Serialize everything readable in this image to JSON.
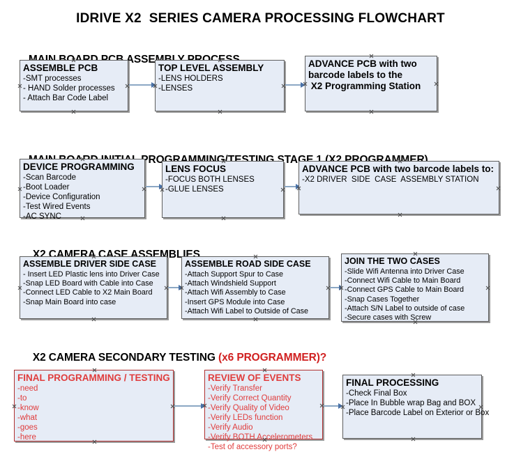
{
  "document": {
    "title": "IDRIVE X2  SERIES CAMERA PROCESSING FLOWCHART"
  },
  "sections": [
    {
      "id": "main-board-pcb-assembly",
      "title": "MAIN BOARD PCB ASSEMBLY PROCESS",
      "title_accent": ""
    },
    {
      "id": "main-board-initial-programming",
      "title": "MAIN BOARD INITIAL PROGRAMMING/TESTING STAGE 1 (X2 PROGRAMMER)",
      "title_accent": ""
    },
    {
      "id": "x2-camera-case-assemblies",
      "title": "X2 CAMERA CASE ASSEMBLIES",
      "title_accent": ""
    },
    {
      "id": "x2-camera-secondary-testing",
      "title": "X2 CAMERA SECONDARY TESTING ",
      "title_accent": "(x6 PROGRAMMER)?"
    }
  ],
  "boxes": {
    "assemble_pcb": {
      "title": "ASSEMBLE PCB",
      "lines": [
        "-SMT processes",
        "- HAND Solder processes",
        "- Attach Bar Code Label"
      ]
    },
    "top_level_assembly": {
      "title": "TOP LEVEL ASSEMBLY",
      "lines": [
        "-LENS HOLDERS",
        "-LENSES"
      ]
    },
    "advance_pcb_prog_station": {
      "title": "ADVANCE PCB with two",
      "lines": [
        "barcode labels to the",
        " X2 Programming Station"
      ]
    },
    "device_programming": {
      "title": "DEVICE PROGRAMMING",
      "lines": [
        "-Scan Barcode",
        "-Boot Loader",
        "-Device Configuration",
        "-Test Wired Events",
        "-AC SYNC"
      ]
    },
    "lens_focus": {
      "title": "LENS FOCUS",
      "lines": [
        "-FOCUS BOTH LENSES",
        "-GLUE LENSES"
      ]
    },
    "advance_pcb_driver_case": {
      "title": "ADVANCE PCB with two barcode labels to:",
      "lines": [
        "-X2 DRIVER  SIDE  CASE  ASSEMBLY STATION"
      ]
    },
    "assemble_driver_side_case": {
      "title": "ASSEMBLE DRIVER SIDE CASE",
      "lines": [
        "- Insert LED Plastic lens into Driver Case",
        "-Snap LED Board with Cable into Case",
        "-Connect LED Cable to X2 Main Board",
        "-Snap Main Board into case"
      ]
    },
    "assemble_road_side_case": {
      "title": "ASSEMBLE ROAD SIDE CASE",
      "lines": [
        "-Attach Support Spur to Case",
        "-Attach Windshield Support",
        "-Attach Wifi Assembly to Case",
        "-Insert GPS Module into Case",
        "-Attach Wifi Label to Outside of Case"
      ]
    },
    "join_the_two_cases": {
      "title": "JOIN THE TWO CASES",
      "lines": [
        "-Slide Wifi Antenna into Driver Case",
        "-Connect Wifi Cable to Main Board",
        "-Connect GPS Cable to Main Board",
        "-Snap Cases Together",
        "-Attach S/N Label to outside of case",
        "-Secure cases with Screw"
      ]
    },
    "final_programming_testing": {
      "title": "FINAL PROGRAMMING / TESTING",
      "lines": [
        "-need",
        "-to",
        "-know",
        "-what",
        "-goes",
        "-here"
      ]
    },
    "review_of_events": {
      "title": "REVIEW OF EVENTS",
      "lines": [
        "-Verify Transfer",
        "-Verify Correct Quantity",
        "-Verify Quality of Video",
        "-Verify LEDs function",
        "-Verify Audio",
        "-Verify BOTH Accelerometers",
        "-Test of accessory ports?"
      ]
    },
    "final_processing": {
      "title": "FINAL PROCESSING",
      "lines": [
        "-Check Final Box",
        "-Place In Bubble wrap Bag and BOX",
        "-Place Barcode Label on Exterior or Box"
      ]
    }
  },
  "colors": {
    "box_fill": "#e6ecf6",
    "box_border": "#5d5d5d",
    "accent_red": "#e03c3c",
    "arrow_line": "#8ba7c4",
    "arrow_head": "#4a72a8"
  }
}
